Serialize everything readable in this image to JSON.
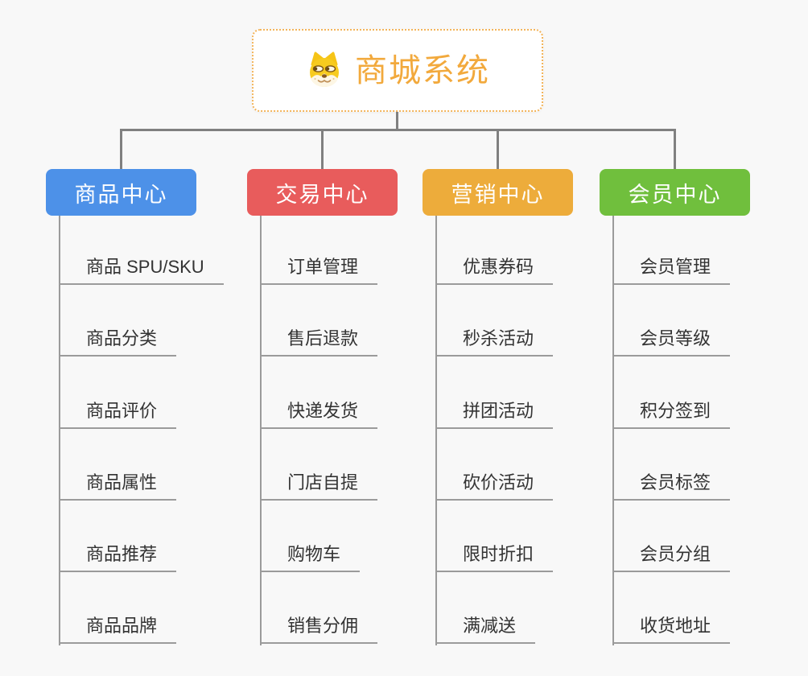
{
  "root": {
    "label": "商城系统",
    "icon": "dog-face-icon",
    "text_color": "#f2a93c",
    "border_color": "#f3b45a"
  },
  "branches": [
    {
      "label": "商品中心",
      "color": "#4d91e8",
      "items": [
        "商品 SPU/SKU",
        "商品分类",
        "商品评价",
        "商品属性",
        "商品推荐",
        "商品品牌"
      ]
    },
    {
      "label": "交易中心",
      "color": "#e85c5c",
      "items": [
        "订单管理",
        "售后退款",
        "快递发货",
        "门店自提",
        "购物车",
        "销售分佣"
      ]
    },
    {
      "label": "营销中心",
      "color": "#edac3b",
      "items": [
        "优惠券码",
        "秒杀活动",
        "拼团活动",
        "砍价活动",
        "限时折扣",
        "满减送"
      ]
    },
    {
      "label": "会员中心",
      "color": "#70bf3d",
      "items": [
        "会员管理",
        "会员等级",
        "积分签到",
        "会员标签",
        "会员分组",
        "收货地址"
      ]
    }
  ],
  "style": {
    "background": "#f8f8f8",
    "connector_color": "#808080",
    "leaf_line_color": "#9b9b9b",
    "leaf_text_color": "#333333"
  }
}
